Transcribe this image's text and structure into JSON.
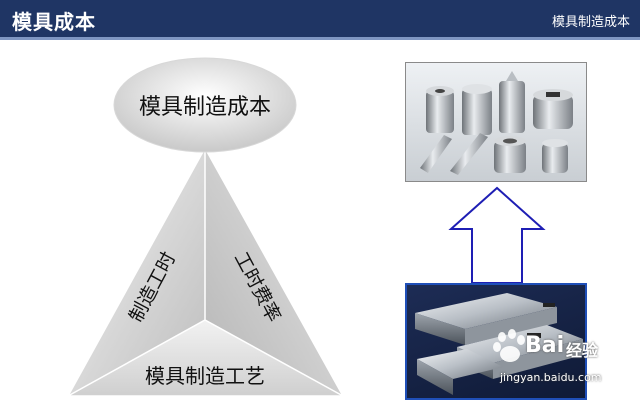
{
  "header": {
    "title": "模具成本",
    "subtitle": "模具制造成本"
  },
  "diagram": {
    "top_node": "模具制造成本",
    "left_face": "制造工时",
    "right_face": "工时费率",
    "base": "模具制造工艺"
  },
  "watermark": {
    "brand": "Bai",
    "brand_cn": "经验",
    "url": "jingyan.baidu.com"
  },
  "colors": {
    "header_bg": "#1f3564",
    "arrow_outline": "#1e1eb4",
    "photo_border": "#1f4fb8"
  }
}
